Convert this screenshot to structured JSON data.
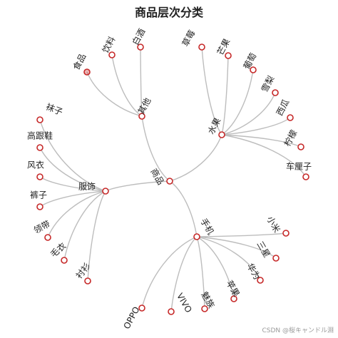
{
  "title": "商品层次分类",
  "watermark": "CSDN @桜キャンドル淵",
  "tree": {
    "name": "商品",
    "children": [
      {
        "name": "其他",
        "children": [
          {
            "name": "食品",
            "collapsed": true
          },
          {
            "name": "饮料"
          },
          {
            "name": "白酒"
          }
        ]
      },
      {
        "name": "水果",
        "children": [
          {
            "name": "草莓"
          },
          {
            "name": "芒果"
          },
          {
            "name": "葡萄"
          },
          {
            "name": "雪梨"
          },
          {
            "name": "西瓜"
          },
          {
            "name": "柠檬"
          },
          {
            "name": "车厘子"
          }
        ]
      },
      {
        "name": "手机",
        "children": [
          {
            "name": "小米"
          },
          {
            "name": "三星"
          },
          {
            "name": "华为"
          },
          {
            "name": "苹果"
          },
          {
            "name": "魅族"
          },
          {
            "name": "VIVO"
          },
          {
            "name": "OPPO"
          }
        ]
      },
      {
        "name": "服饰",
        "children": [
          {
            "name": "袜子"
          },
          {
            "name": "高跟鞋"
          },
          {
            "name": "风衣"
          },
          {
            "name": "裤子"
          },
          {
            "name": "领带"
          },
          {
            "name": "毛衣"
          },
          {
            "name": "衬衫"
          }
        ]
      }
    ]
  }
}
